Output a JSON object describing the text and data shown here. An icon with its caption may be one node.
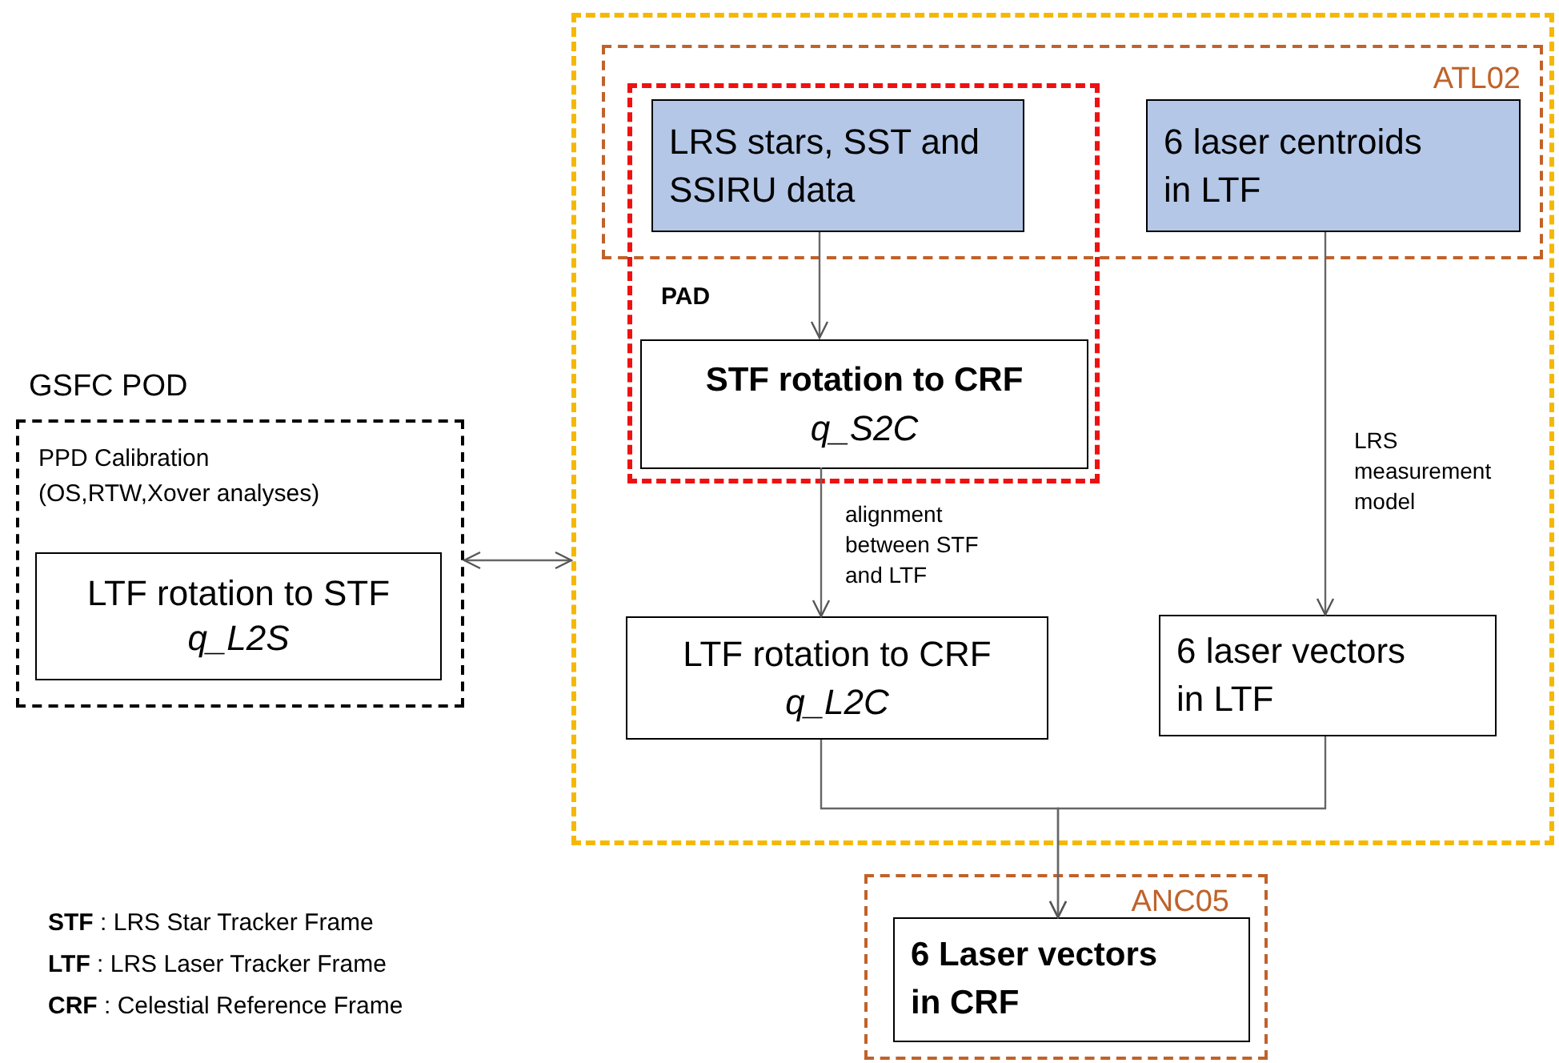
{
  "diagram": {
    "nodes": [
      {
        "text": [
          "GSFC POD",
          "PPD Calibration (OS,RTW,Xover analyses)"
        ]
      },
      {
        "text": [
          "LTF rotation to STF",
          "q_L2S"
        ],
        "in": 0
      },
      {
        "text": [],
        "shape": "box"
      },
      {
        "text": [
          "ATL02"
        ],
        "in": 2
      },
      {
        "text": [
          "PAD"
        ],
        "in": 2
      },
      {
        "text": [
          "LRS stars, SST and SSIRU data"
        ]
      },
      {
        "text": [
          "6 laser centroids in LTF"
        ],
        "in": 3
      },
      {
        "text": [
          "STF rotation to CRF",
          "q_S2C"
        ],
        "in": 4
      },
      {
        "text": [
          "LTF rotation to CRF",
          "q_L2C"
        ],
        "in": 2
      },
      {
        "text": [
          "6 laser vectors in LTF"
        ],
        "in": 2
      },
      {
        "text": [
          "ANC05"
        ]
      },
      {
        "text": [
          "6 Laser vectors in CRF"
        ],
        "in": 10
      }
    ],
    "edges": [
      {
        "from": 5,
        "to": 7,
        "arrow": "to"
      },
      {
        "from": 7,
        "to": 8,
        "arrow": "to",
        "label": "alignment between STF and LTF"
      },
      {
        "from": 6,
        "to": 9,
        "arrow": "to",
        "label": "LRS measurement model"
      },
      {
        "from": 8,
        "to": 11,
        "arrow": "to"
      },
      {
        "from": 9,
        "to": 11,
        "arrow": "to"
      },
      {
        "from": 0,
        "to": 2,
        "arrow": "both"
      }
    ],
    "labels": [
      "**STF** : LRS Star Tracker Frame",
      "**LTF** : LRS Laser Tracker Frame",
      "**CRF** : Celestial Reference Frame"
    ]
  }
}
